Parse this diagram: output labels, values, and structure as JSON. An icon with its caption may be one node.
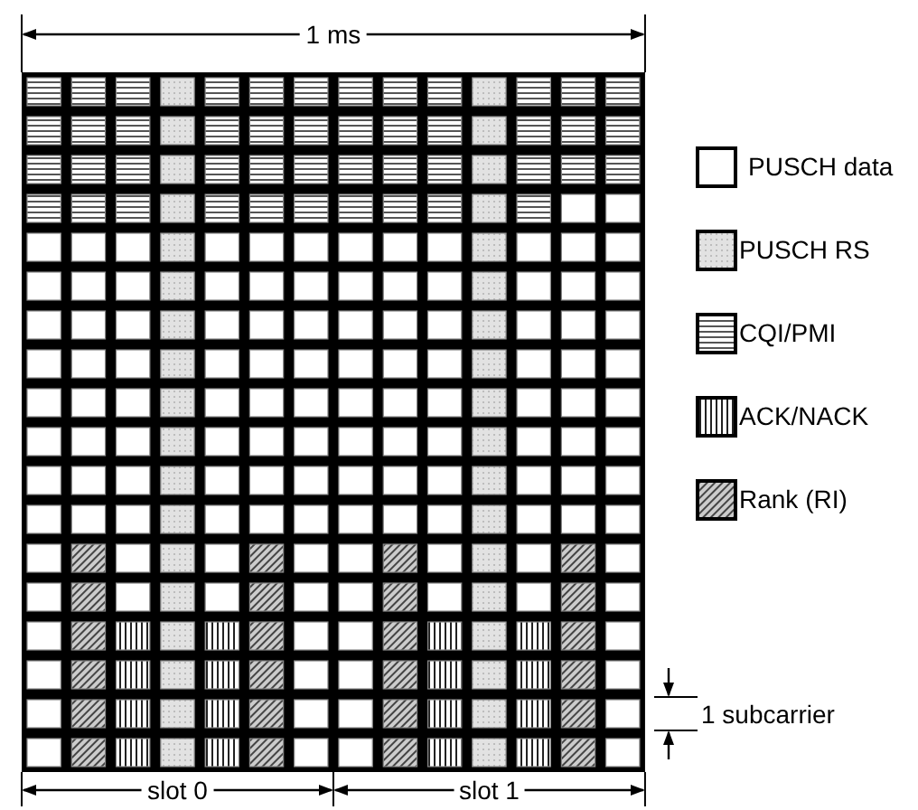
{
  "diagram": {
    "labels": [
      "1 ms",
      "1 subcarrier",
      "slot 0",
      "slot 1"
    ],
    "legend": [
      {
        "text": "PUSCH data"
      },
      {
        "text": "PUSCH RS"
      },
      {
        "text": "CQI/PMI"
      },
      {
        "text": "ACK/NACK"
      },
      {
        "text": "Rank (RI)"
      }
    ]
  }
}
